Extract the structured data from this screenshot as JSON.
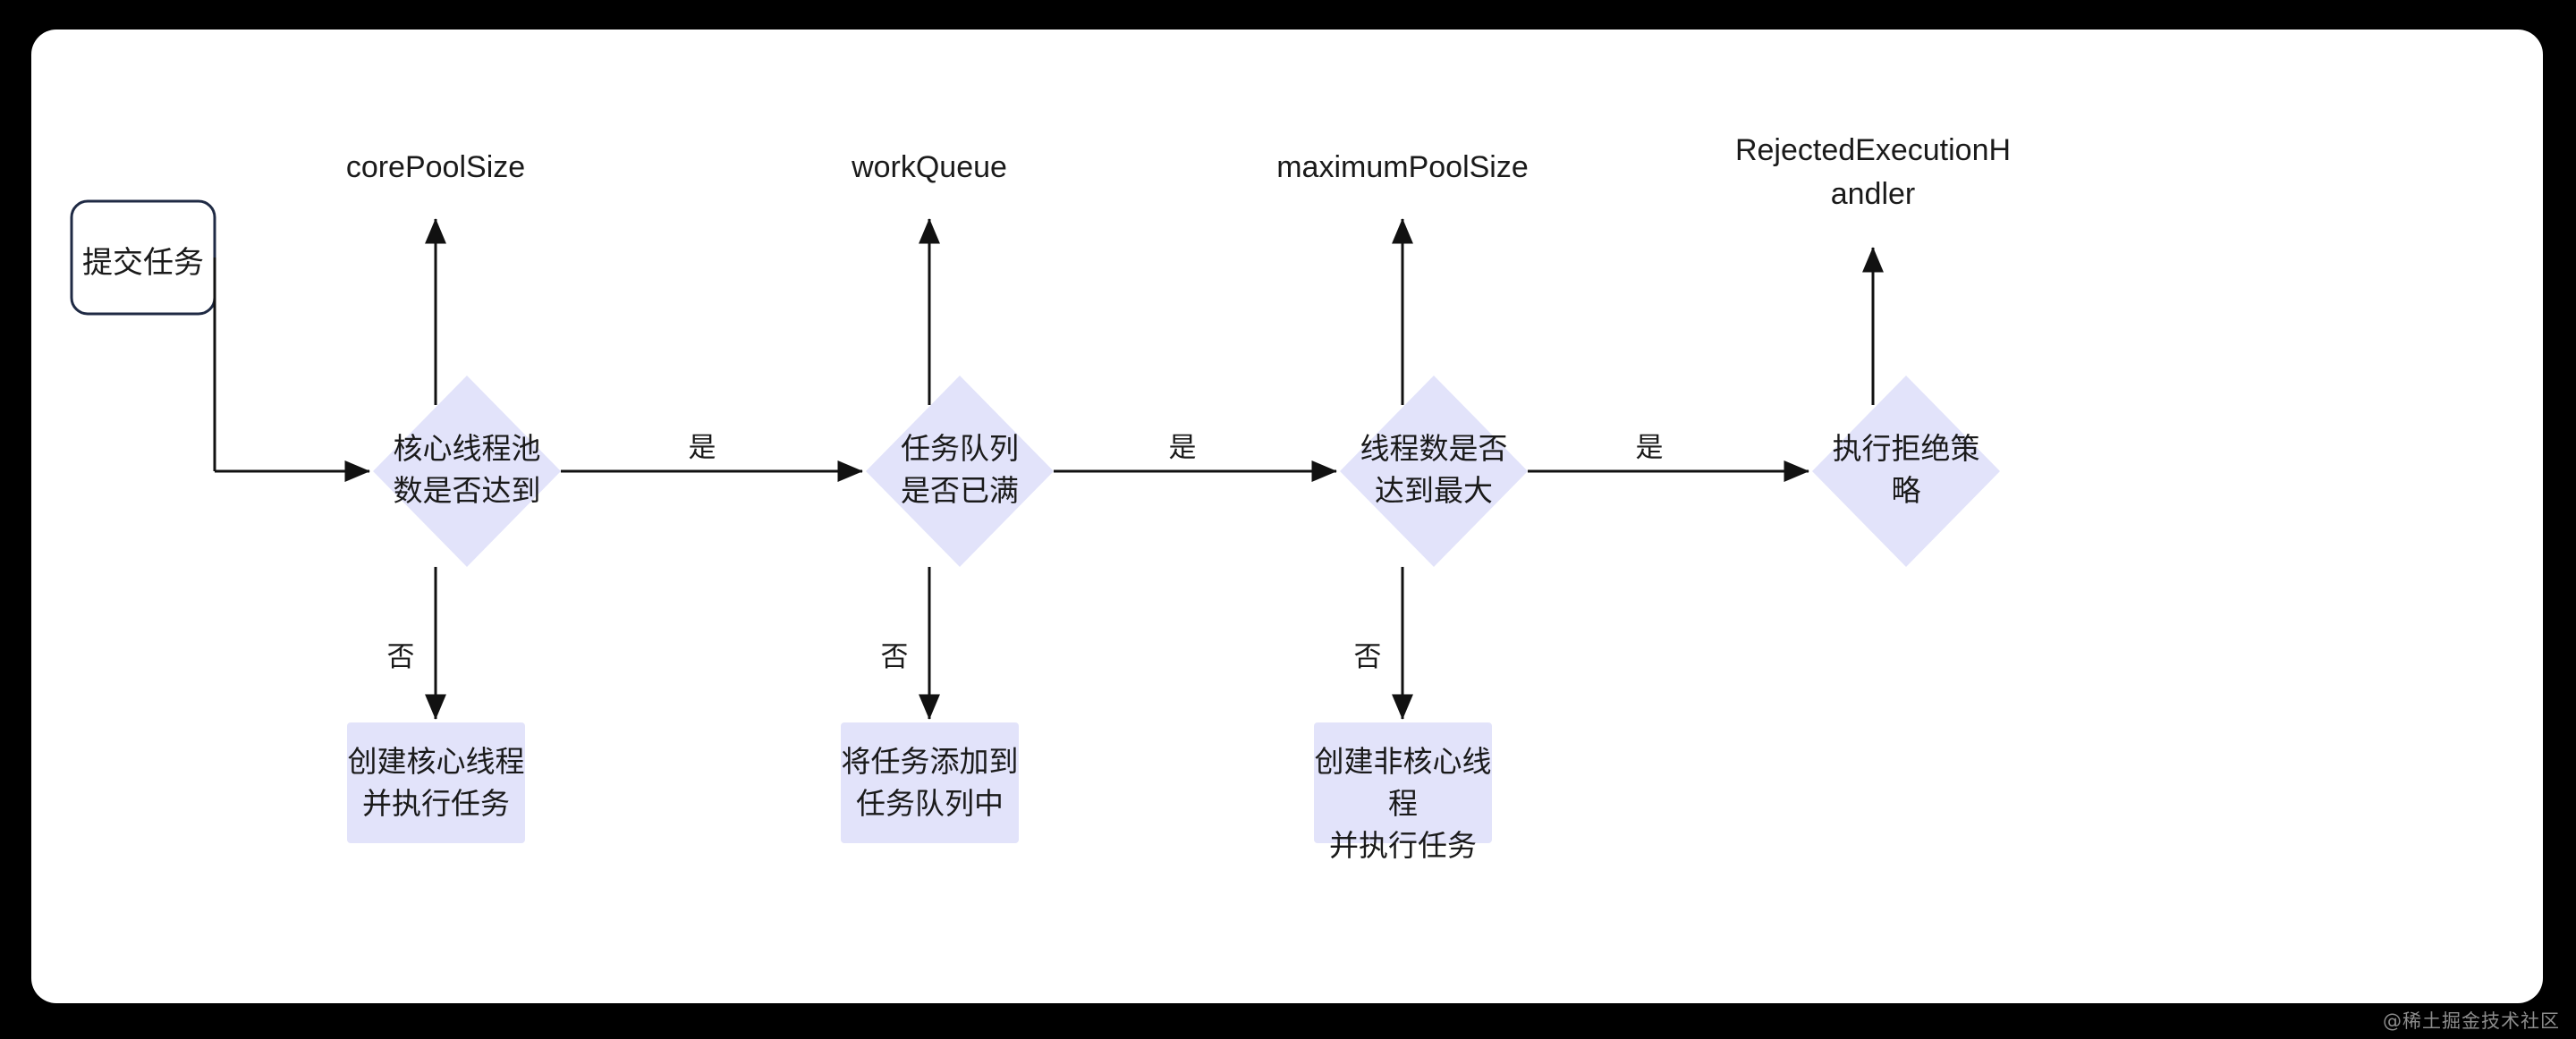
{
  "diagram": {
    "title": "Java ThreadPoolExecutor task submission flow",
    "canvas": {
      "background": "#ffffff",
      "page_background": "#000000",
      "shape_fill": "#E2E3FA",
      "start_border": "#1F2A44",
      "line_color": "#111111",
      "text_color": "#1a1a1a"
    },
    "start": {
      "label": "提交任务",
      "shape": "rounded-rectangle"
    },
    "decisions": [
      {
        "id": "d1",
        "label": "核心线程池\n数是否达到",
        "shape": "diamond",
        "param": "corePoolSize",
        "yes_label": "是",
        "no_label": "否"
      },
      {
        "id": "d2",
        "label": "任务队列\n是否已满",
        "shape": "diamond",
        "param": "workQueue",
        "yes_label": "是",
        "no_label": "否"
      },
      {
        "id": "d3",
        "label": "线程数是否\n达到最大",
        "shape": "diamond",
        "param": "maximumPoolSize",
        "yes_label": "是",
        "no_label": "否"
      },
      {
        "id": "d4",
        "label": "执行拒绝策\n略",
        "shape": "diamond",
        "param": "RejectedExecutionH\nandler",
        "yes_label": "",
        "no_label": ""
      }
    ],
    "processes": [
      {
        "id": "p1",
        "label": "创建核心线程\n并执行任务",
        "shape": "rectangle"
      },
      {
        "id": "p2",
        "label": "将任务添加到\n任务队列中",
        "shape": "rectangle"
      },
      {
        "id": "p3",
        "label": "创建非核心线程\n并执行任务",
        "shape": "rectangle"
      }
    ],
    "edges": [
      {
        "from": "start",
        "to": "d1",
        "label": "",
        "direction": "right"
      },
      {
        "from": "d1",
        "to": "d2",
        "label": "是",
        "direction": "right"
      },
      {
        "from": "d2",
        "to": "d3",
        "label": "是",
        "direction": "right"
      },
      {
        "from": "d3",
        "to": "d4",
        "label": "是",
        "direction": "right"
      },
      {
        "from": "d1",
        "to": "p1",
        "label": "否",
        "direction": "down"
      },
      {
        "from": "d2",
        "to": "p2",
        "label": "否",
        "direction": "down"
      },
      {
        "from": "d3",
        "to": "p3",
        "label": "否",
        "direction": "down"
      },
      {
        "from": "d1",
        "to": "corePoolSize",
        "label": "",
        "direction": "up"
      },
      {
        "from": "d2",
        "to": "workQueue",
        "label": "",
        "direction": "up"
      },
      {
        "from": "d3",
        "to": "maximumPoolSize",
        "label": "",
        "direction": "up"
      },
      {
        "from": "d4",
        "to": "RejectedExecutionHandler",
        "label": "",
        "direction": "up"
      }
    ],
    "watermark": "@稀土掘金技术社区"
  }
}
